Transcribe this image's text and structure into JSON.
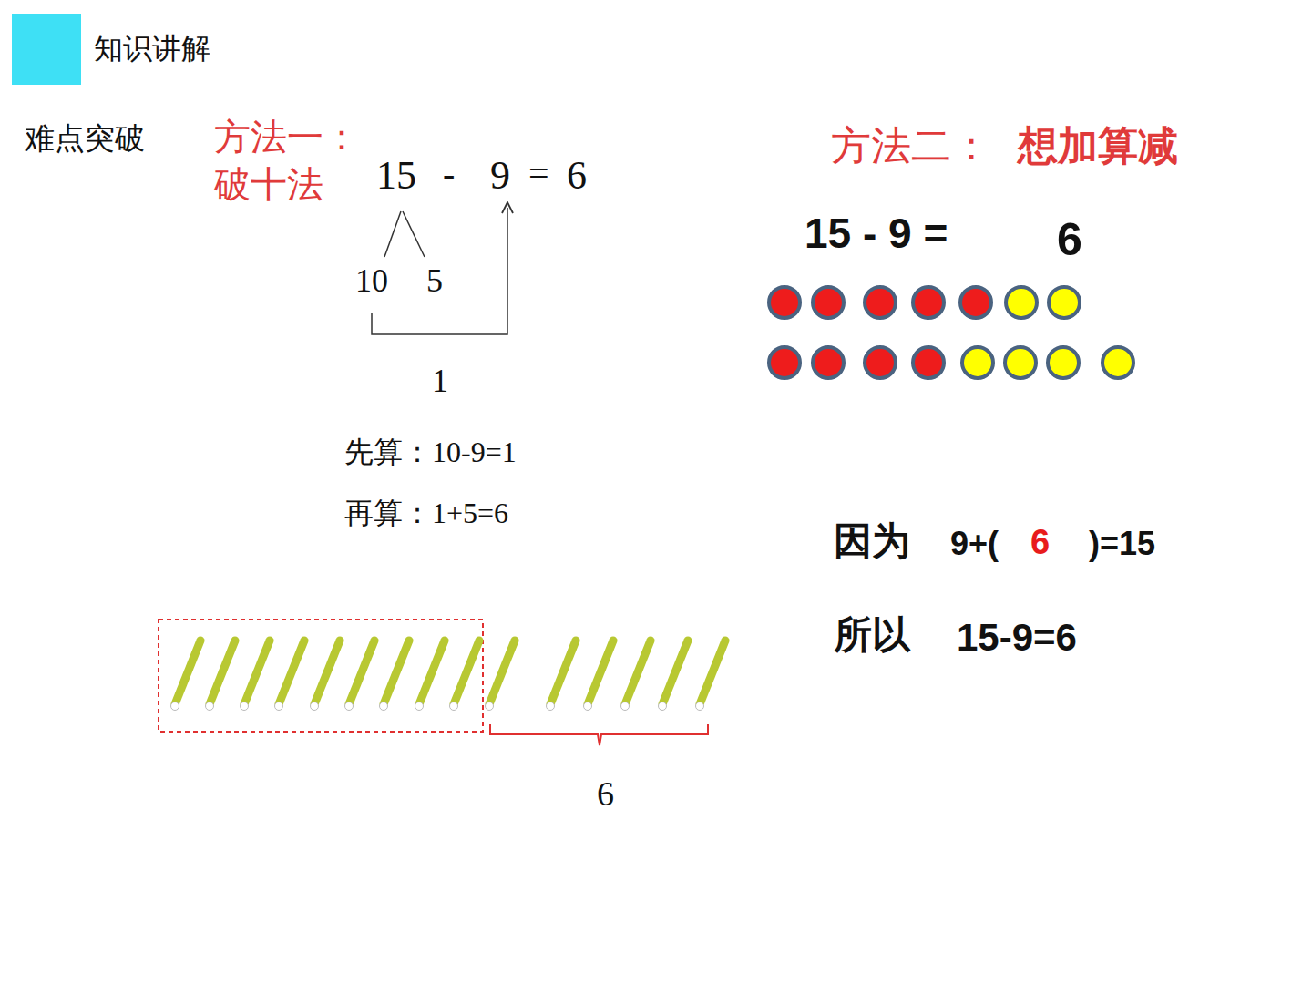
{
  "diagram": {
    "title": "知识讲解",
    "labels": [
      "难点突破",
      "方法一：",
      "破十法",
      "15",
      "-",
      "9",
      "=",
      "6",
      "10",
      "5",
      "1",
      "先算：10-9=1",
      "再算：1+5=6",
      "6",
      "方法二：",
      "想加算减",
      "15 - 9 =",
      "6",
      "因为",
      "9+(",
      "6",
      ")=15",
      "所以",
      "15-9=6"
    ]
  }
}
